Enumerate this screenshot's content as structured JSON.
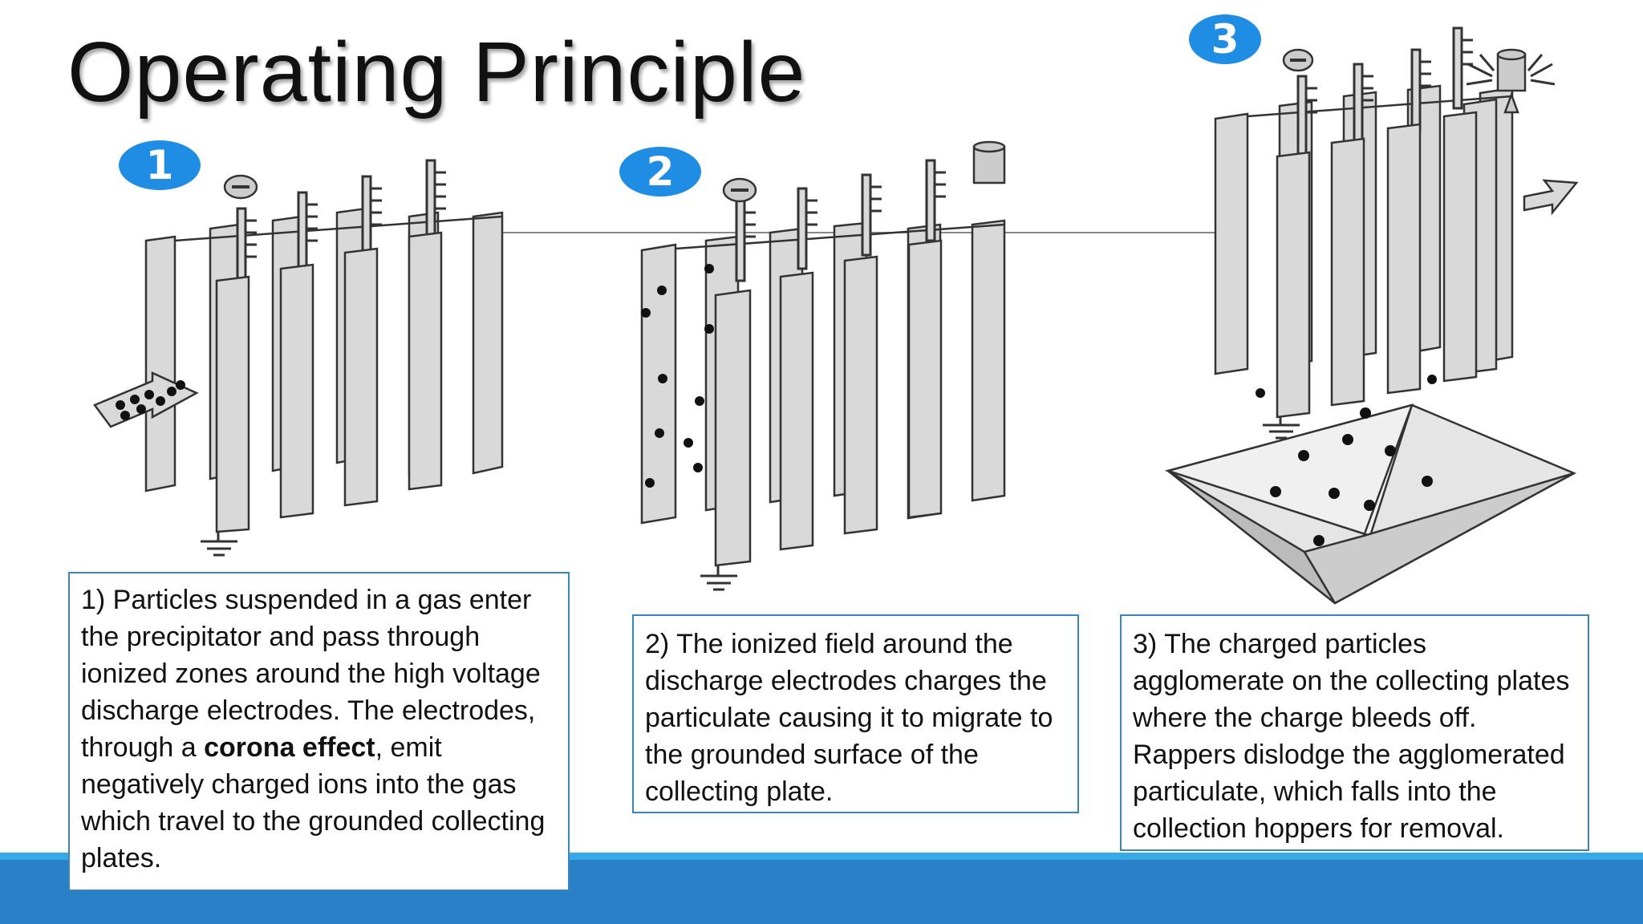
{
  "title": "Operating Principle",
  "steps": [
    {
      "number": "1",
      "text_before": "1)  Particles suspended in a gas enter the precipitator and pass through ionized zones around the high voltage discharge electrodes. The electrodes, through a ",
      "emphasis": "corona effect",
      "text_after": ", emit negatively charged ions into the gas which travel to the grounded collecting plates."
    },
    {
      "number": "2",
      "text": "2) The ionized field around the discharge electrodes charges the particulate causing it to migrate to the grounded surface of the collecting plate."
    },
    {
      "number": "3",
      "text": "3) The charged particles agglomerate on the collecting plates where the charge bleeds off. Rappers dislodge the agglomerated particulate, which falls into the collection hoppers for removal."
    }
  ],
  "colors": {
    "badge": "#1e8de3",
    "plate_fill": "#d9d9d9",
    "outline": "#333333",
    "box_border": "#3b86b8",
    "footer_bar": "#2980c6",
    "footer_line": "#37a9e6"
  },
  "icons": [
    "negative-charge-icon",
    "ground-symbol-icon",
    "rapper-icon",
    "gas-flow-arrow-icon",
    "exit-arrow-icon",
    "collection-hopper-icon"
  ]
}
